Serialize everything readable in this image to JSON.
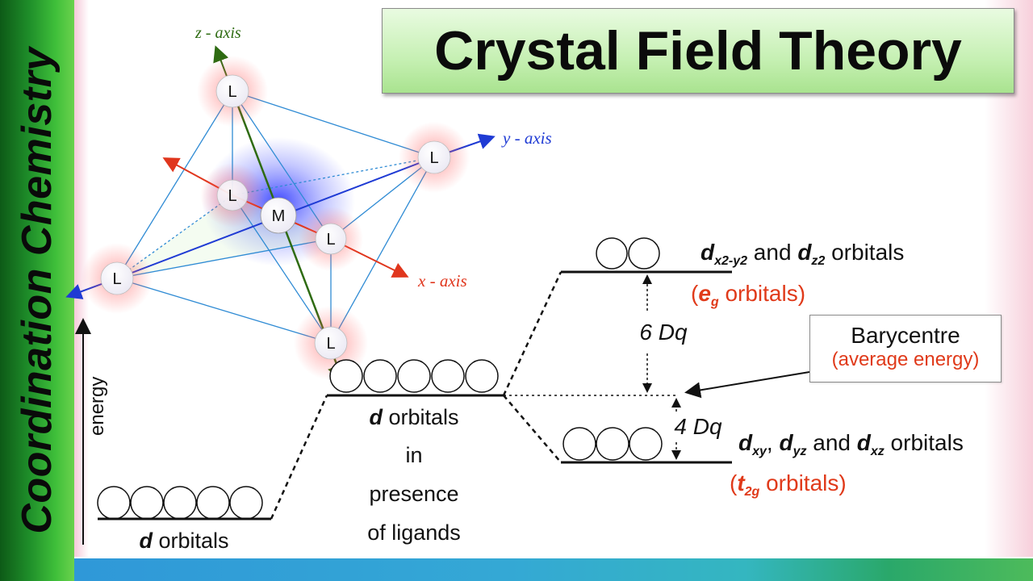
{
  "side_title": "Coordination Chemistry",
  "title": "Crystal Field Theory",
  "axes": {
    "z": "z - axis",
    "y": "y - axis",
    "x": "x - axis"
  },
  "ligand_label": "L",
  "metal_label": "M",
  "energy_label": "energy",
  "free_ion": {
    "d": "d",
    "text": " orbitals"
  },
  "spherical": {
    "d": "d",
    "line1": " orbitals",
    "line2": "in",
    "line3": "presence",
    "line4": "of ligands"
  },
  "eg": {
    "d1": "d",
    "sub1": "x2-y2",
    "and": " and ",
    "d2": "d",
    "sub2": "z2",
    "orbitals": "  orbitals",
    "paren_open": "(",
    "e": "e",
    "g": "g",
    "paren_rest": " orbitals)"
  },
  "t2g": {
    "d1": "d",
    "sub1": "xy",
    "comma": ", ",
    "d2": "d",
    "sub2": "yz",
    "and": " and ",
    "d3": "d",
    "sub3": "xz",
    "orbitals": " orbitals",
    "paren_open": "(",
    "t": "t",
    "sub": "2g",
    "paren_rest": " orbitals)"
  },
  "gap_upper": "6 Dq",
  "gap_lower": "4 Dq",
  "barycentre": {
    "title": "Barycentre",
    "subtitle": "(average energy)"
  },
  "colors": {
    "side_band": "#1f8f2a",
    "title_box": "#c6f0b3",
    "accent_red": "#e03a1a",
    "axis_blue": "#1f3bd4",
    "axis_green": "#2e6b12",
    "axis_red": "#e0361d"
  }
}
